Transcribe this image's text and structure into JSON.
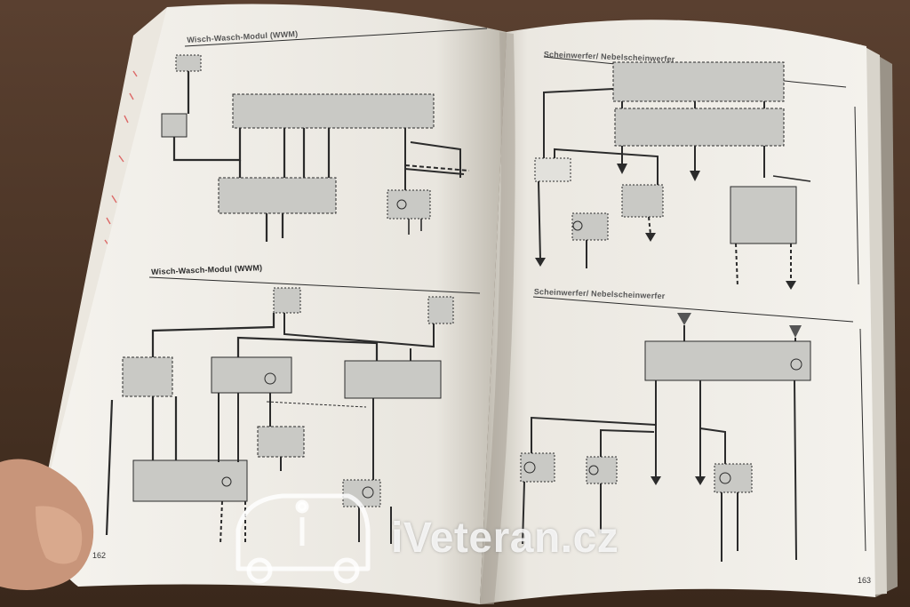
{
  "left_page": {
    "section_top_title": "Wisch-Wasch-Modul (WWM)",
    "section_mid_title": "Wisch-Wasch-Modul (WWM)",
    "page_number": "162"
  },
  "right_page": {
    "section_top_title": "Scheinwerfer/ Nebelscheinwerfer",
    "section_mid_title": "Scheinwerfer/ Nebelscheinwerfer",
    "page_number": "163"
  },
  "watermark": {
    "text": "iVeteran.cz",
    "logo_icon": "car-logo-icon"
  },
  "colors": {
    "table": "#4a3424",
    "paper": "#f3f1ec",
    "module_fill": "#c9c9c5",
    "wire": "#2b2b2b",
    "red_margin_marks": "#d94a4a"
  }
}
